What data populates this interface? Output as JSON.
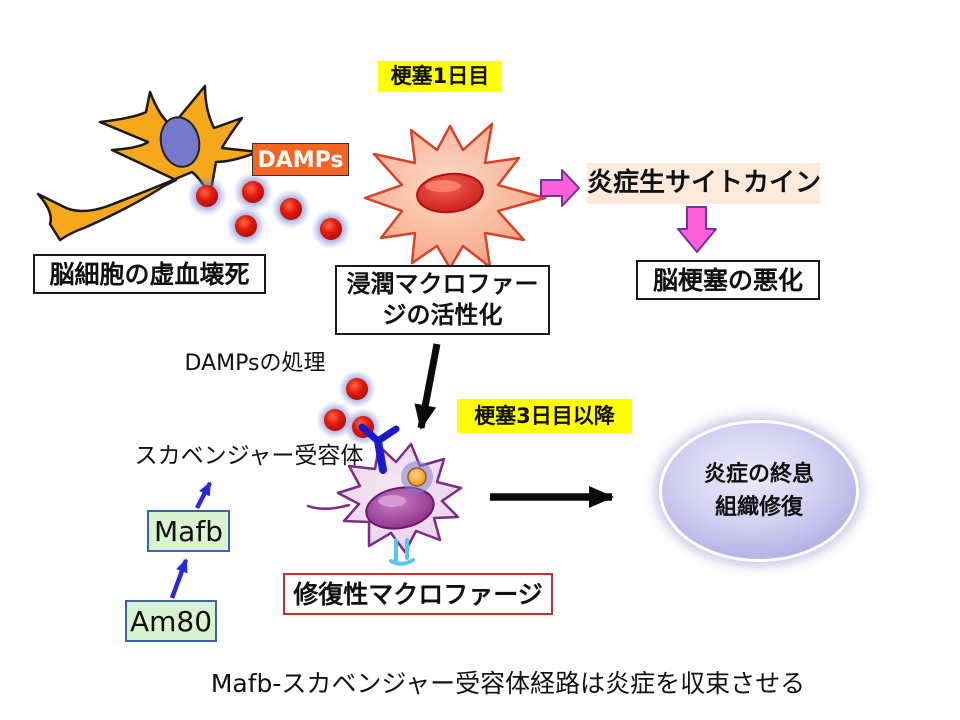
{
  "diagram_title": "Mafb-スカベンジャー受容体経路は炎症を収束させる",
  "labels": {
    "stage1": "梗塞1日目",
    "stage2": "梗塞3日目以降",
    "damps": "DAMPs",
    "cytokine": "炎症生サイトカイン",
    "necrosis": "脳細胞の虚血壊死",
    "activation": {
      "line1": "浸潤マクロファー",
      "line2": "ジの活性化"
    },
    "worsening": "脳梗塞の悪化",
    "damps_processing": "DAMPsの処理",
    "scavenger_receptor": "スカベンジャー受容体",
    "mafb": "Mafb",
    "am80": "Am80",
    "repair_macrophage": "修復性マクロファージ",
    "resolution": {
      "line1": "炎症の終息",
      "line2": "組織修復"
    },
    "caption": "Mafb-スカベンジャー受容体経路は炎症を収束させる"
  },
  "icons": {
    "neuron": "orange-neuron-cell-icon",
    "activated_macrophage": "red-spiky-macrophage-icon",
    "reparative_macrophage": "purple-macrophage-icon",
    "damp_particle": "red-dot-blue-halo-icon",
    "scavenger_receptor": "blue-y-receptor-icon",
    "engulfed_particle": "orange-particle-icon",
    "bottom_receptor": "light-blue-receptor-icon"
  },
  "colors": {
    "highlight_yellow": "#ffff00",
    "damps_orange": "#f26522",
    "cytokine_bg": "#fdeada",
    "green_box_bg": "#d9f2d0",
    "green_box_border": "#3b5fb5",
    "repair_box_border": "#c03030",
    "pink_arrow_fill": "#ff5fd9",
    "pink_arrow_border": "#7030a0",
    "blue_arrow": "#2a2ad4",
    "black_arrow": "#0a0a0a",
    "ellipse_fill": "#c9c6ec",
    "neuron_fill": "#f5a81c",
    "macrophage1_fill": "#f9c0a8",
    "macrophage2_fill": "#eedaec"
  }
}
